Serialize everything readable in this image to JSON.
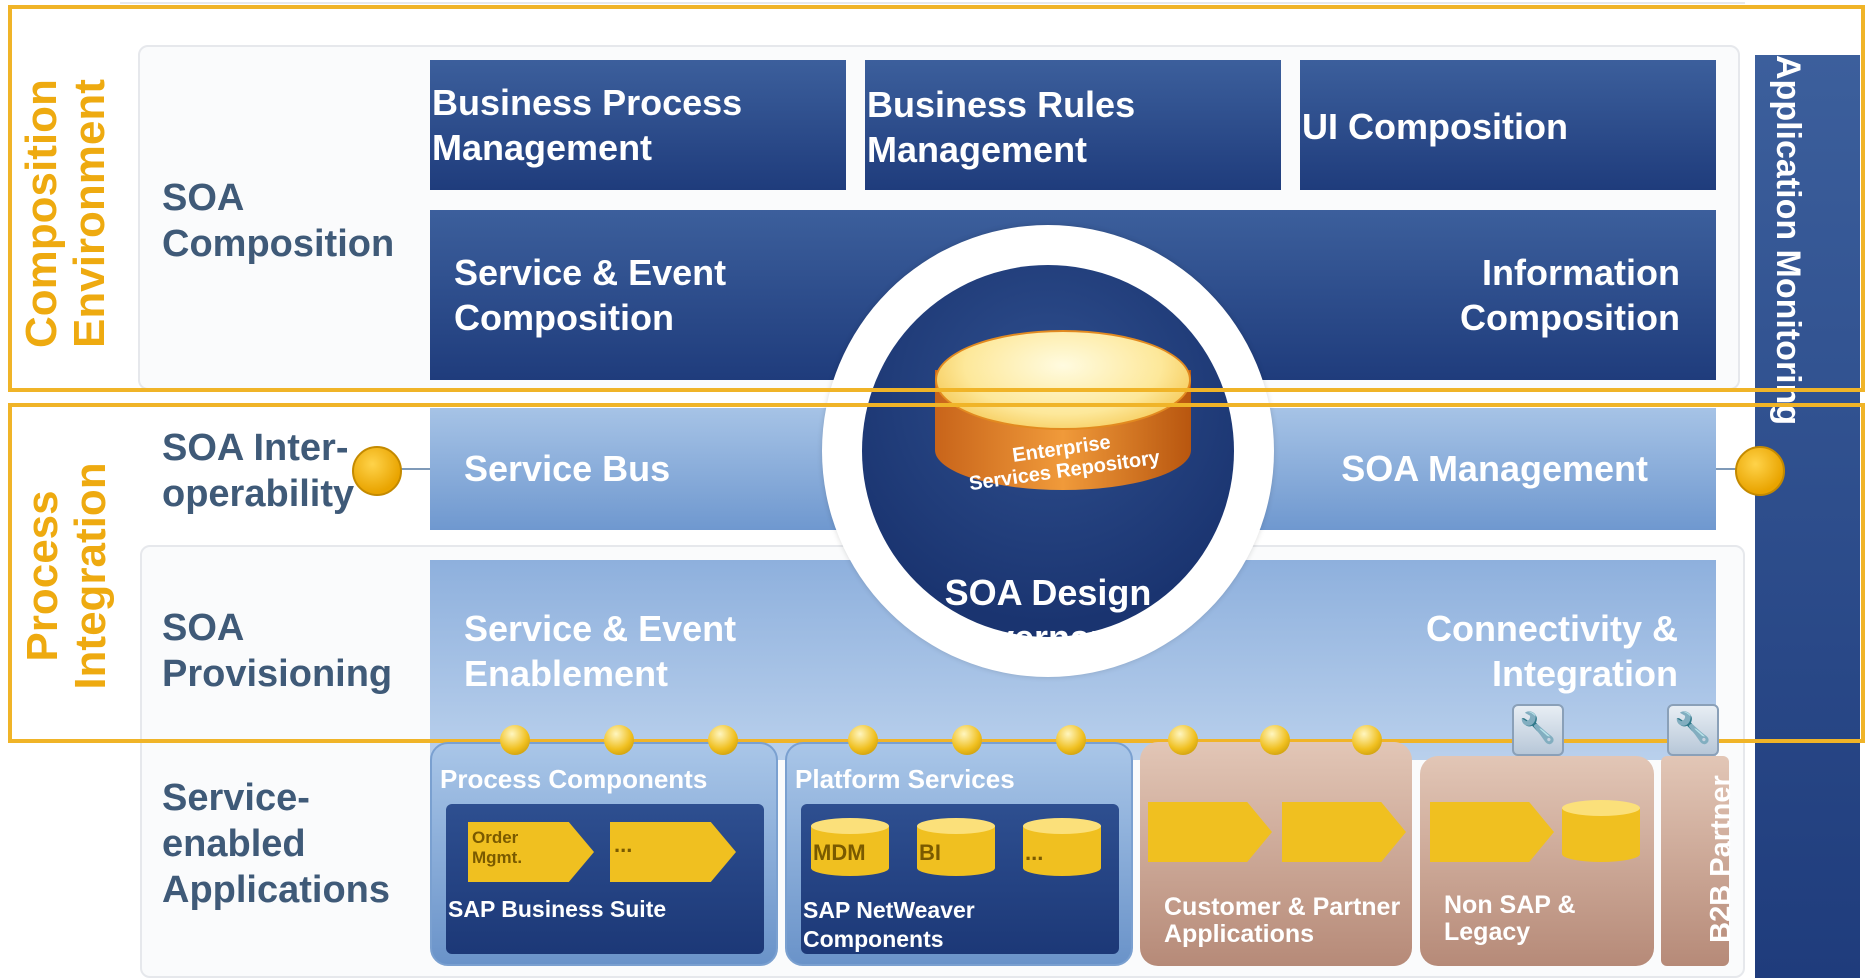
{
  "layers": {
    "composition_environment": "Composition\nEnvironment",
    "process_integration": "Process\nIntegration",
    "application_monitoring": "Application Monitoring"
  },
  "rows": {
    "soa_composition": "SOA\nComposition",
    "soa_interoperability": "SOA Inter-\noperability",
    "soa_provisioning": "SOA\nProvisioning",
    "service_enabled_apps": "Service-\nenabled\nApplications"
  },
  "boxes": {
    "bpm": "Business Process\nManagement",
    "brm": "Business Rules\nManagement",
    "ui_composition": "UI Composition",
    "service_event_composition": "Service & Event\nComposition",
    "information_composition": "Information\nComposition",
    "service_bus": "Service Bus",
    "soa_management": "SOA Management",
    "service_event_enablement": "Service & Event\nEnablement",
    "connectivity_integration": "Connectivity &\nIntegration"
  },
  "center": {
    "repository": "Enterprise\nServices Repository",
    "governance": "SOA Design\nGovernance"
  },
  "apps": {
    "process_components": {
      "title": "Process Components",
      "items": [
        "Order\nMgmt.",
        "..."
      ],
      "caption": "SAP Business Suite"
    },
    "platform_services": {
      "title": "Platform Services",
      "items": [
        "MDM",
        "BI",
        "..."
      ],
      "caption": "SAP NetWeaver\nComponents"
    },
    "customer_partner": {
      "caption": "Customer & Partner\nApplications"
    },
    "non_sap": {
      "caption": "Non SAP &\nLegacy"
    },
    "b2b": {
      "label": "B2B Partner"
    }
  },
  "colors": {
    "orange": "#f0b428",
    "dark_blue": "#1f3c7c",
    "light_blue": "#8fb1dd",
    "label_text": "#3f5a78"
  }
}
